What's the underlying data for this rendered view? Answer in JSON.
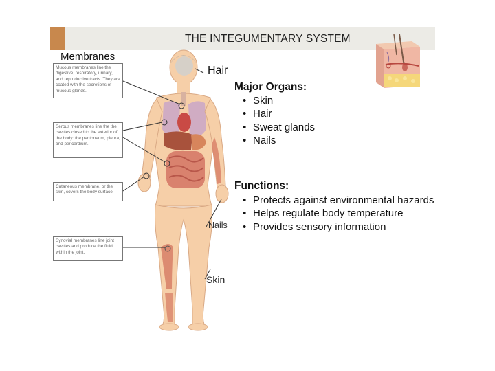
{
  "title": "THE INTEGUMENTARY SYSTEM",
  "membranes": {
    "heading": "Membranes",
    "boxes": [
      "Mucous membranes line the digestive, respiratory, urinary, and reproductive tracts. They are coated with the secretions of mucous glands.",
      "Serous membranes line the the cavities closed to the exterior of the body: the peritoneum, pleura, and pericardium.",
      "Cutaneous membrane, or the skin, covers the body surface.",
      "Synovial membranes line joint cavities and produce the fluid within the joint."
    ]
  },
  "figure_labels": {
    "hair": "Hair",
    "nails": "Nails",
    "skin": "Skin"
  },
  "major_organs": {
    "heading": "Major Organs:",
    "items": [
      "Skin",
      "Hair",
      "Sweat glands",
      "Nails"
    ]
  },
  "functions": {
    "heading": "Functions:",
    "items": [
      "Protects against environmental hazards",
      "Helps regulate body temperature",
      "Provides sensory information"
    ]
  },
  "bullet_symbol": "•",
  "colors": {
    "title_bar": "#ecebe6",
    "title_accent": "#c8884d",
    "skin_tone": "#f6cfa8",
    "muscle": "#d9836a",
    "organ": "#c96a5a"
  },
  "icons": {
    "skin_cross_section": "skin-cross-section-icon",
    "body_figure": "human-body-figure"
  }
}
